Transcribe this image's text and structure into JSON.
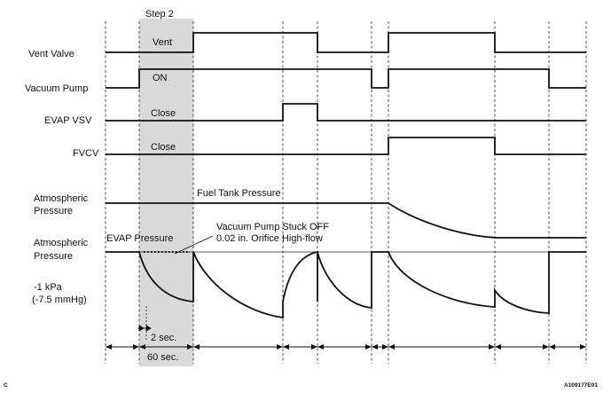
{
  "step_label": "Step 2",
  "signals": {
    "vent_valve": {
      "label": "Vent Valve",
      "state_label": "Vent"
    },
    "vacuum_pump": {
      "label": "Vacuum Pump",
      "state_label": "ON"
    },
    "evap_vsv": {
      "label": "EVAP VSV",
      "state_label": "Close"
    },
    "fvcv": {
      "label": "FVCV",
      "state_label": "Close"
    }
  },
  "pressure": {
    "atm_label_1_line1": "Atmospheric",
    "atm_label_1_line2": "Pressure",
    "fuel_tank_label": "Fuel Tank Pressure",
    "atm_label_2_line1": "Atmospheric",
    "atm_label_2_line2": "Pressure",
    "evap_label": "EVAP Pressure",
    "stuck_off_label": "Vacuum Pump Stuck OFF",
    "orifice_label": "0.02 in. Orifice High-flow",
    "kpa_label": "-1 kPa",
    "mmhg_label": "(-7.5 mmHg)"
  },
  "timing": {
    "two_sec_label": "2 sec.",
    "sixty_sec_label": "60 sec."
  },
  "footer": {
    "corner_letter": "C",
    "figure_id": "A109177E01"
  }
}
